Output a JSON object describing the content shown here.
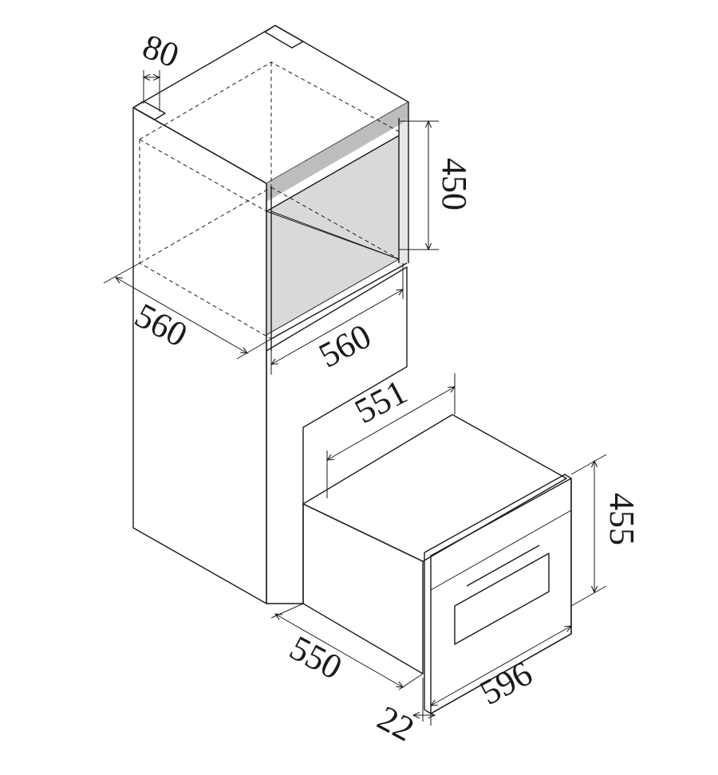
{
  "colors": {
    "top_face": "#a3a3a3",
    "side_face": "#d9d9d9",
    "front_face": "#ffffff",
    "line": "#1a1a1a"
  },
  "dimensions": {
    "panel_thickness": "80",
    "niche_height": "450",
    "niche_depth": "560",
    "niche_width": "560",
    "appliance_body_width": "551",
    "appliance_height": "455",
    "appliance_depth": "550",
    "appliance_front_width": "596",
    "front_panel_thickness": "22"
  }
}
